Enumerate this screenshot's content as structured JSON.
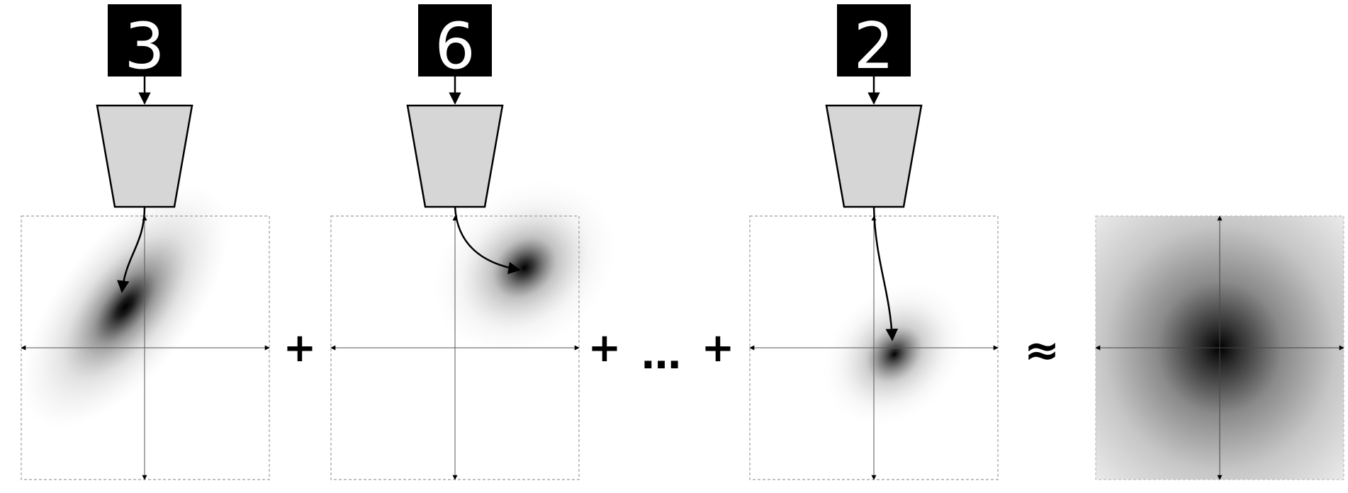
{
  "inputs": [
    {
      "digit": "3"
    },
    {
      "digit": "6"
    },
    {
      "digit": "2"
    }
  ],
  "operators": {
    "plus_1": "+",
    "plus_2": "+",
    "ellipsis": "…",
    "plus_3": "+",
    "approx": "≈"
  },
  "colors": {
    "encoder_fill": "#d6d6d6",
    "encoder_stroke": "#000000",
    "panel_border": "#9e9e9e",
    "axis": "#555555",
    "digit_background": "#000000",
    "digit_stroke": "#ffffff"
  }
}
